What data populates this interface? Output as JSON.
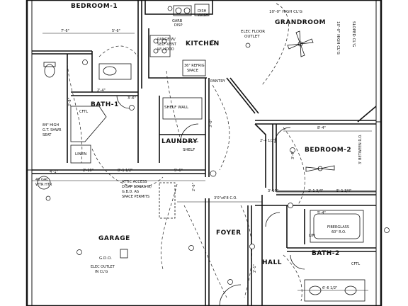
{
  "rooms": {
    "bedroom1": "BEDROOM-1",
    "grandroom": "GRANDROOM",
    "kitchen": "KITCHEN",
    "bath1": "BATH-1",
    "laundry": "LAUNDRY",
    "bedroom2": "BEDROOM-2",
    "garage": "GARAGE",
    "foyer": "FOYER",
    "hall": "HALL",
    "bath2": "BATH-2",
    "pantry": "PANTRY",
    "linen": "LINEN",
    "shelf": "SHELF",
    "lin": "LIN"
  },
  "notes": {
    "high_clg": "10'-0\" HIGH CL'G",
    "sloped_clg": "SLOPED CL'G",
    "high_clg_vertical": "10'-0\" HIGH CL'G",
    "elec_floor_outlet": [
      "ELEC FLOOR",
      "OUTLET"
    ],
    "garb_disp": [
      "GARB",
      "DISP"
    ],
    "dish_wash": [
      "DISH",
      "WASH"
    ],
    "range_hood": [
      "RANGE W/",
      "SELF-VENT",
      "W/ HOOD"
    ],
    "refrig_space": [
      "36\" REFRIG",
      "SPACE"
    ],
    "shelf_wall": "SHELF WALL",
    "bench_seat": [
      "84\" HIGH",
      "G.T. SHWR",
      "SEAT"
    ],
    "wtr_htr": [
      "40 GAL",
      "WTR HTR"
    ],
    "attic_access": [
      "ATTIC ACCESS",
      "DISAP STAIRS W/",
      "G.B.D. AS",
      "SPACE PERMITS"
    ],
    "gdo": "G.D.O.",
    "elec_outlet_clg": [
      "ELEC OUTLET",
      "IN CL'G"
    ],
    "co": "3'0\"x6'8 C.O.",
    "fiberglass_ro": [
      "FIBERGLASS",
      "60\" R.O."
    ],
    "between_ro": "3' BETWEEN R.O.",
    "cftl": "CFTL"
  },
  "dimensions": [
    "7'-6\"",
    "5'-6\"",
    "3'-6\"",
    "2'-4\"",
    "4'-1\"",
    "8'-1 1/2\"",
    "5'-6\"",
    "2'-10\"",
    "8'-4\"",
    "5'-4\"",
    "2'-4 1/2\"",
    "3'-10\"",
    "2'-1 3/4\"",
    "5'-1 3/4\"",
    "6'-6 1/2\"",
    "3'-0\"",
    "2'-6\"",
    "2'-1\"",
    "3'-4\"",
    "2'-8\""
  ]
}
